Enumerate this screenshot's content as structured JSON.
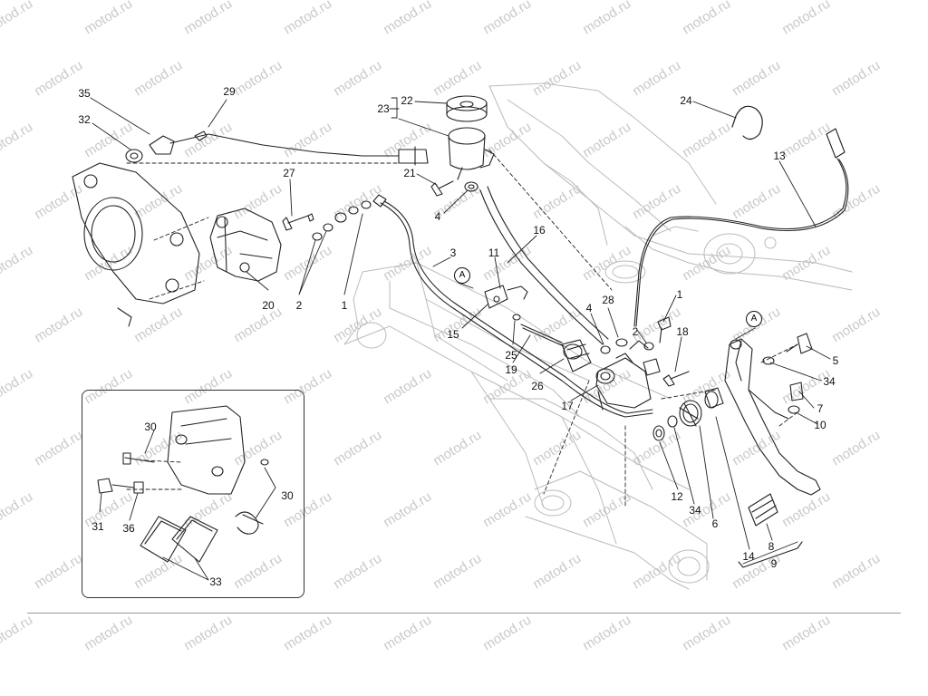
{
  "watermark": {
    "text": "motod.ru"
  },
  "markers": {
    "a_upper": "A",
    "a_lower": "A"
  },
  "callouts": {
    "c35": "35",
    "c29": "29",
    "c32": "32",
    "c22": "22",
    "c23": "23",
    "c24": "24",
    "c13": "13",
    "c27": "27",
    "c21": "21",
    "c4a": "4",
    "c16": "16",
    "c3": "3",
    "c11": "11",
    "c20": "20",
    "c2a": "2",
    "c1a": "1",
    "c15": "15",
    "c25": "25",
    "c19": "19",
    "c28": "28",
    "c4b": "4",
    "c2b": "2",
    "c1b": "1",
    "c18": "18",
    "c26": "26",
    "c17": "17",
    "c5": "5",
    "c34a": "34",
    "c7": "7",
    "c10": "10",
    "c12": "12",
    "c34b": "34",
    "c6": "6",
    "c14": "14",
    "c8": "8",
    "c9": "9",
    "c30a": "30",
    "c30b": "30",
    "c31": "31",
    "c36": "36",
    "c33": "33"
  }
}
